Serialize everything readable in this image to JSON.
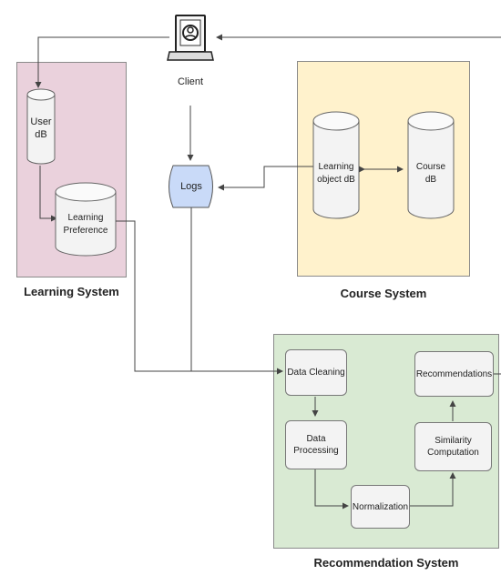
{
  "client": {
    "label": "Client",
    "icon": "laptop-user-icon"
  },
  "logs": {
    "label": "Logs",
    "color": "#c9daf8"
  },
  "learning_system": {
    "title": "Learning System",
    "color": "#ead1dc",
    "user_db": "User\ndB",
    "learning_preference": "Learning\nPreference"
  },
  "course_system": {
    "title": "Course System",
    "color": "#fff2cc",
    "learning_object_db": "Learning\nobject dB",
    "course_db": "Course\ndB"
  },
  "recommendation_system": {
    "title": "Recommendation System",
    "color": "#d9ead3",
    "data_cleaning": "Data Cleaning",
    "data_processing": "Data Processing",
    "normalization": "Normalization",
    "similarity_computation": "Similarity\nComputation",
    "recommendations": "Recommendations"
  }
}
